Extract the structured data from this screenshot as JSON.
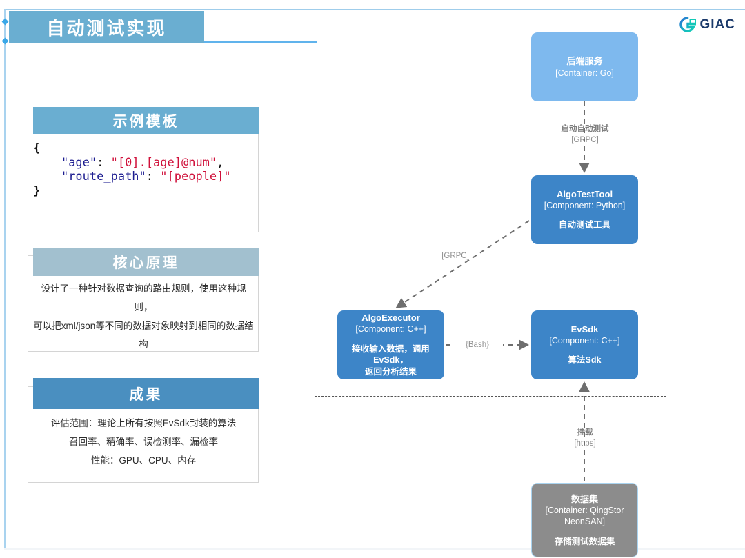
{
  "slide": {
    "title": "自动测试实现",
    "brand": {
      "name": "GIAC",
      "mark_icon": "giac-logo-icon",
      "accent_color": "#1b3a6b",
      "mark_color": "#1fb6c8"
    },
    "accent_colors": {
      "title_bar": "#6aaed1",
      "rule": "#9fcdeb",
      "marker": "#3aa8e8"
    }
  },
  "cards": [
    {
      "id": "template",
      "header": "示例模板",
      "header_color": "#6aaed1",
      "code": {
        "lines": [
          {
            "parts": [
              {
                "t": "{",
                "cls": "code-brace"
              }
            ]
          },
          {
            "parts": [
              {
                "t": "    ",
                "cls": "code-punc"
              },
              {
                "t": "\"age\"",
                "cls": "code-key"
              },
              {
                "t": ": ",
                "cls": "code-punc"
              },
              {
                "t": "\"[0].[age]@num\"",
                "cls": "code-val"
              },
              {
                "t": ",",
                "cls": "code-punc"
              }
            ]
          },
          {
            "parts": [
              {
                "t": "    ",
                "cls": "code-punc"
              },
              {
                "t": "\"route_path\"",
                "cls": "code-key"
              },
              {
                "t": ": ",
                "cls": "code-punc"
              },
              {
                "t": "\"[people]\"",
                "cls": "code-val"
              }
            ]
          },
          {
            "parts": [
              {
                "t": "}",
                "cls": "code-brace"
              }
            ]
          }
        ],
        "plain": "{\n    \"age\": \"[0].[age]@num\",\n    \"route_path\": \"[people]\"\n}"
      }
    },
    {
      "id": "principle",
      "header": "核心原理",
      "header_color": "#a2c0cf",
      "body_lines": [
        "设计了一种针对数据查询的路由规则，使用这种规则，",
        "可以把xml/json等不同的数据对象映射到相同的数据结",
        "构"
      ]
    },
    {
      "id": "result",
      "header": "成果",
      "header_color": "#4a8fc0",
      "body_lines": [
        "评估范围：理论上所有按照EvSdk封装的算法",
        "召回率、精确率、误检测率、漏检率",
        "性能：GPU、CPU、内存"
      ]
    }
  ],
  "diagram": {
    "boundary_style": "dashed",
    "nodes": [
      {
        "id": "backend",
        "name": "后端服务",
        "tech": "[Container: Go]",
        "desc": "",
        "color": "#7eb9ee"
      },
      {
        "id": "testtool",
        "name": "AlgoTestTool",
        "tech": "[Component: Python]",
        "desc": "自动测试工具",
        "color": "#3d85c8"
      },
      {
        "id": "executor",
        "name": "AlgoExecutor",
        "tech": "[Component: C++]",
        "desc": "接收输入数据，调用EvSdk，\n返回分析结果",
        "desc_line1": "接收输入数据，调用EvSdk，",
        "desc_line2": "返回分析结果",
        "color": "#3d85c8"
      },
      {
        "id": "evsdk",
        "name": "EvSdk",
        "tech": "[Component: C++]",
        "desc": "算法Sdk",
        "color": "#3d85c8"
      },
      {
        "id": "dataset",
        "name": "数据集",
        "tech": "[Container: QingStor",
        "tech2": "NeonSAN]",
        "desc": "存储测试数据集",
        "color": "#8c8c8c",
        "border_color": "#a9d3ef"
      }
    ],
    "edges": [
      {
        "id": "start",
        "label": "启动自动测试",
        "tech": "[GRPC]",
        "from": "backend",
        "to": "testtool"
      },
      {
        "id": "grpc",
        "label": "",
        "tech": "[GRPC]",
        "from": "executor",
        "to": "testtool"
      },
      {
        "id": "bash",
        "label": "",
        "tech": "{Bash}",
        "from": "executor",
        "to": "evsdk"
      },
      {
        "id": "mount",
        "label": "挂载",
        "tech": "[https]",
        "from": "dataset",
        "to": "evsdk"
      }
    ]
  }
}
